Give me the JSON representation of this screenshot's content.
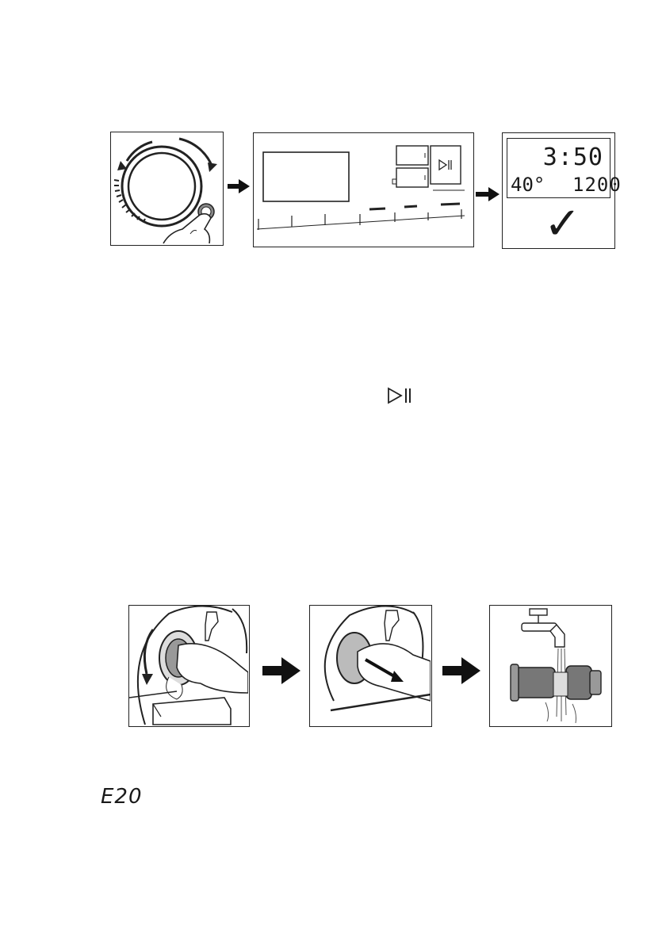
{
  "top_row": {
    "display_panel": {
      "time": "3:50",
      "temperature": "40°",
      "spin": "1200",
      "check_icon": "checkmark-icon"
    }
  },
  "inline_icon": "start-pause-icon",
  "error_code": "E20",
  "bottom_row": {
    "icons": [
      "drain-filter-turn-icon",
      "drain-filter-pull-icon",
      "filter-rinse-icon"
    ]
  }
}
